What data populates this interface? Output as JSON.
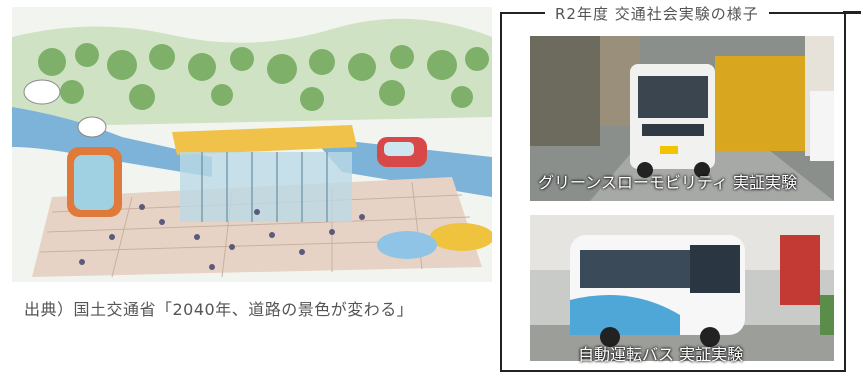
{
  "left_caption": "出典）国土交通省「2040年、道路の景色が変わる」",
  "frame_title": "R2年度 交通社会実験の様子",
  "photos": [
    {
      "caption": "グリーンスローモビリティ 実証実験"
    },
    {
      "caption": "自動運転バス 実証実験"
    }
  ]
}
